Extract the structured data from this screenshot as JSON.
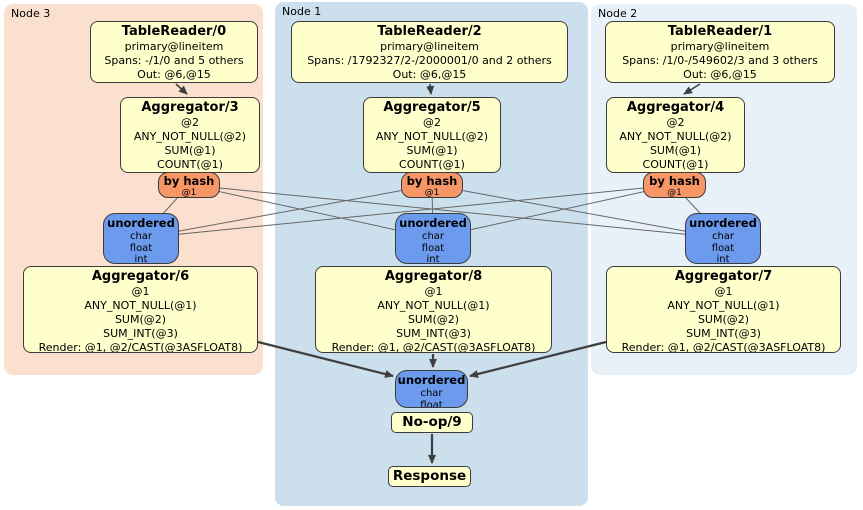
{
  "regions": {
    "node3": {
      "label": "Node 3"
    },
    "node1": {
      "label": "Node 1"
    },
    "node2": {
      "label": "Node 2"
    }
  },
  "boxes": {
    "tr0": {
      "title": "TableReader/0",
      "lines": [
        "primary@lineitem",
        "Spans: -/1/0 and 5 others",
        "Out: @6,@15"
      ]
    },
    "tr2": {
      "title": "TableReader/2",
      "lines": [
        "primary@lineitem",
        "Spans: /1792327/2-/2000001/0 and 2 others",
        "Out: @6,@15"
      ]
    },
    "tr1": {
      "title": "TableReader/1",
      "lines": [
        "primary@lineitem",
        "Spans: /1/0-/549602/3 and 3 others",
        "Out: @6,@15"
      ]
    },
    "agg3": {
      "title": "Aggregator/3",
      "lines": [
        "@2",
        "ANY_NOT_NULL(@2)",
        "SUM(@1)",
        "COUNT(@1)"
      ]
    },
    "agg5": {
      "title": "Aggregator/5",
      "lines": [
        "@2",
        "ANY_NOT_NULL(@2)",
        "SUM(@1)",
        "COUNT(@1)"
      ]
    },
    "agg4": {
      "title": "Aggregator/4",
      "lines": [
        "@2",
        "ANY_NOT_NULL(@2)",
        "SUM(@1)",
        "COUNT(@1)"
      ]
    },
    "router3": {
      "title": "by hash",
      "lines": [
        "@1"
      ]
    },
    "router1": {
      "title": "by hash",
      "lines": [
        "@1"
      ]
    },
    "router2": {
      "title": "by hash",
      "lines": [
        "@1"
      ]
    },
    "sync3": {
      "title": "unordered",
      "lines": [
        "char",
        "float",
        "int"
      ]
    },
    "sync1": {
      "title": "unordered",
      "lines": [
        "char",
        "float",
        "int"
      ]
    },
    "sync2": {
      "title": "unordered",
      "lines": [
        "char",
        "float",
        "int"
      ]
    },
    "agg6": {
      "title": "Aggregator/6",
      "lines": [
        "@1",
        "ANY_NOT_NULL(@1)",
        "SUM(@2)",
        "SUM_INT(@3)",
        "Render: @1, @2/CAST(@3ASFLOAT8)"
      ]
    },
    "agg8": {
      "title": "Aggregator/8",
      "lines": [
        "@1",
        "ANY_NOT_NULL(@1)",
        "SUM(@2)",
        "SUM_INT(@3)",
        "Render: @1, @2/CAST(@3ASFLOAT8)"
      ]
    },
    "agg7": {
      "title": "Aggregator/7",
      "lines": [
        "@1",
        "ANY_NOT_NULL(@1)",
        "SUM(@2)",
        "SUM_INT(@3)",
        "Render: @1, @2/CAST(@3ASFLOAT8)"
      ]
    },
    "syncFinal": {
      "title": "unordered",
      "lines": [
        "char",
        "float"
      ]
    },
    "noop": {
      "title": "No-op/9"
    },
    "response": {
      "title": "Response"
    }
  },
  "colors": {
    "processor_fill": "#ffffcc",
    "router_fill": "#f79767",
    "sync_fill": "#6c9bee",
    "node3_bg": "#fbdfcf",
    "node1_bg": "#cbdfec",
    "node2_bg": "#e9f1f8",
    "thin_edge": "#666666",
    "thick_edge": "#3f3f3f"
  }
}
